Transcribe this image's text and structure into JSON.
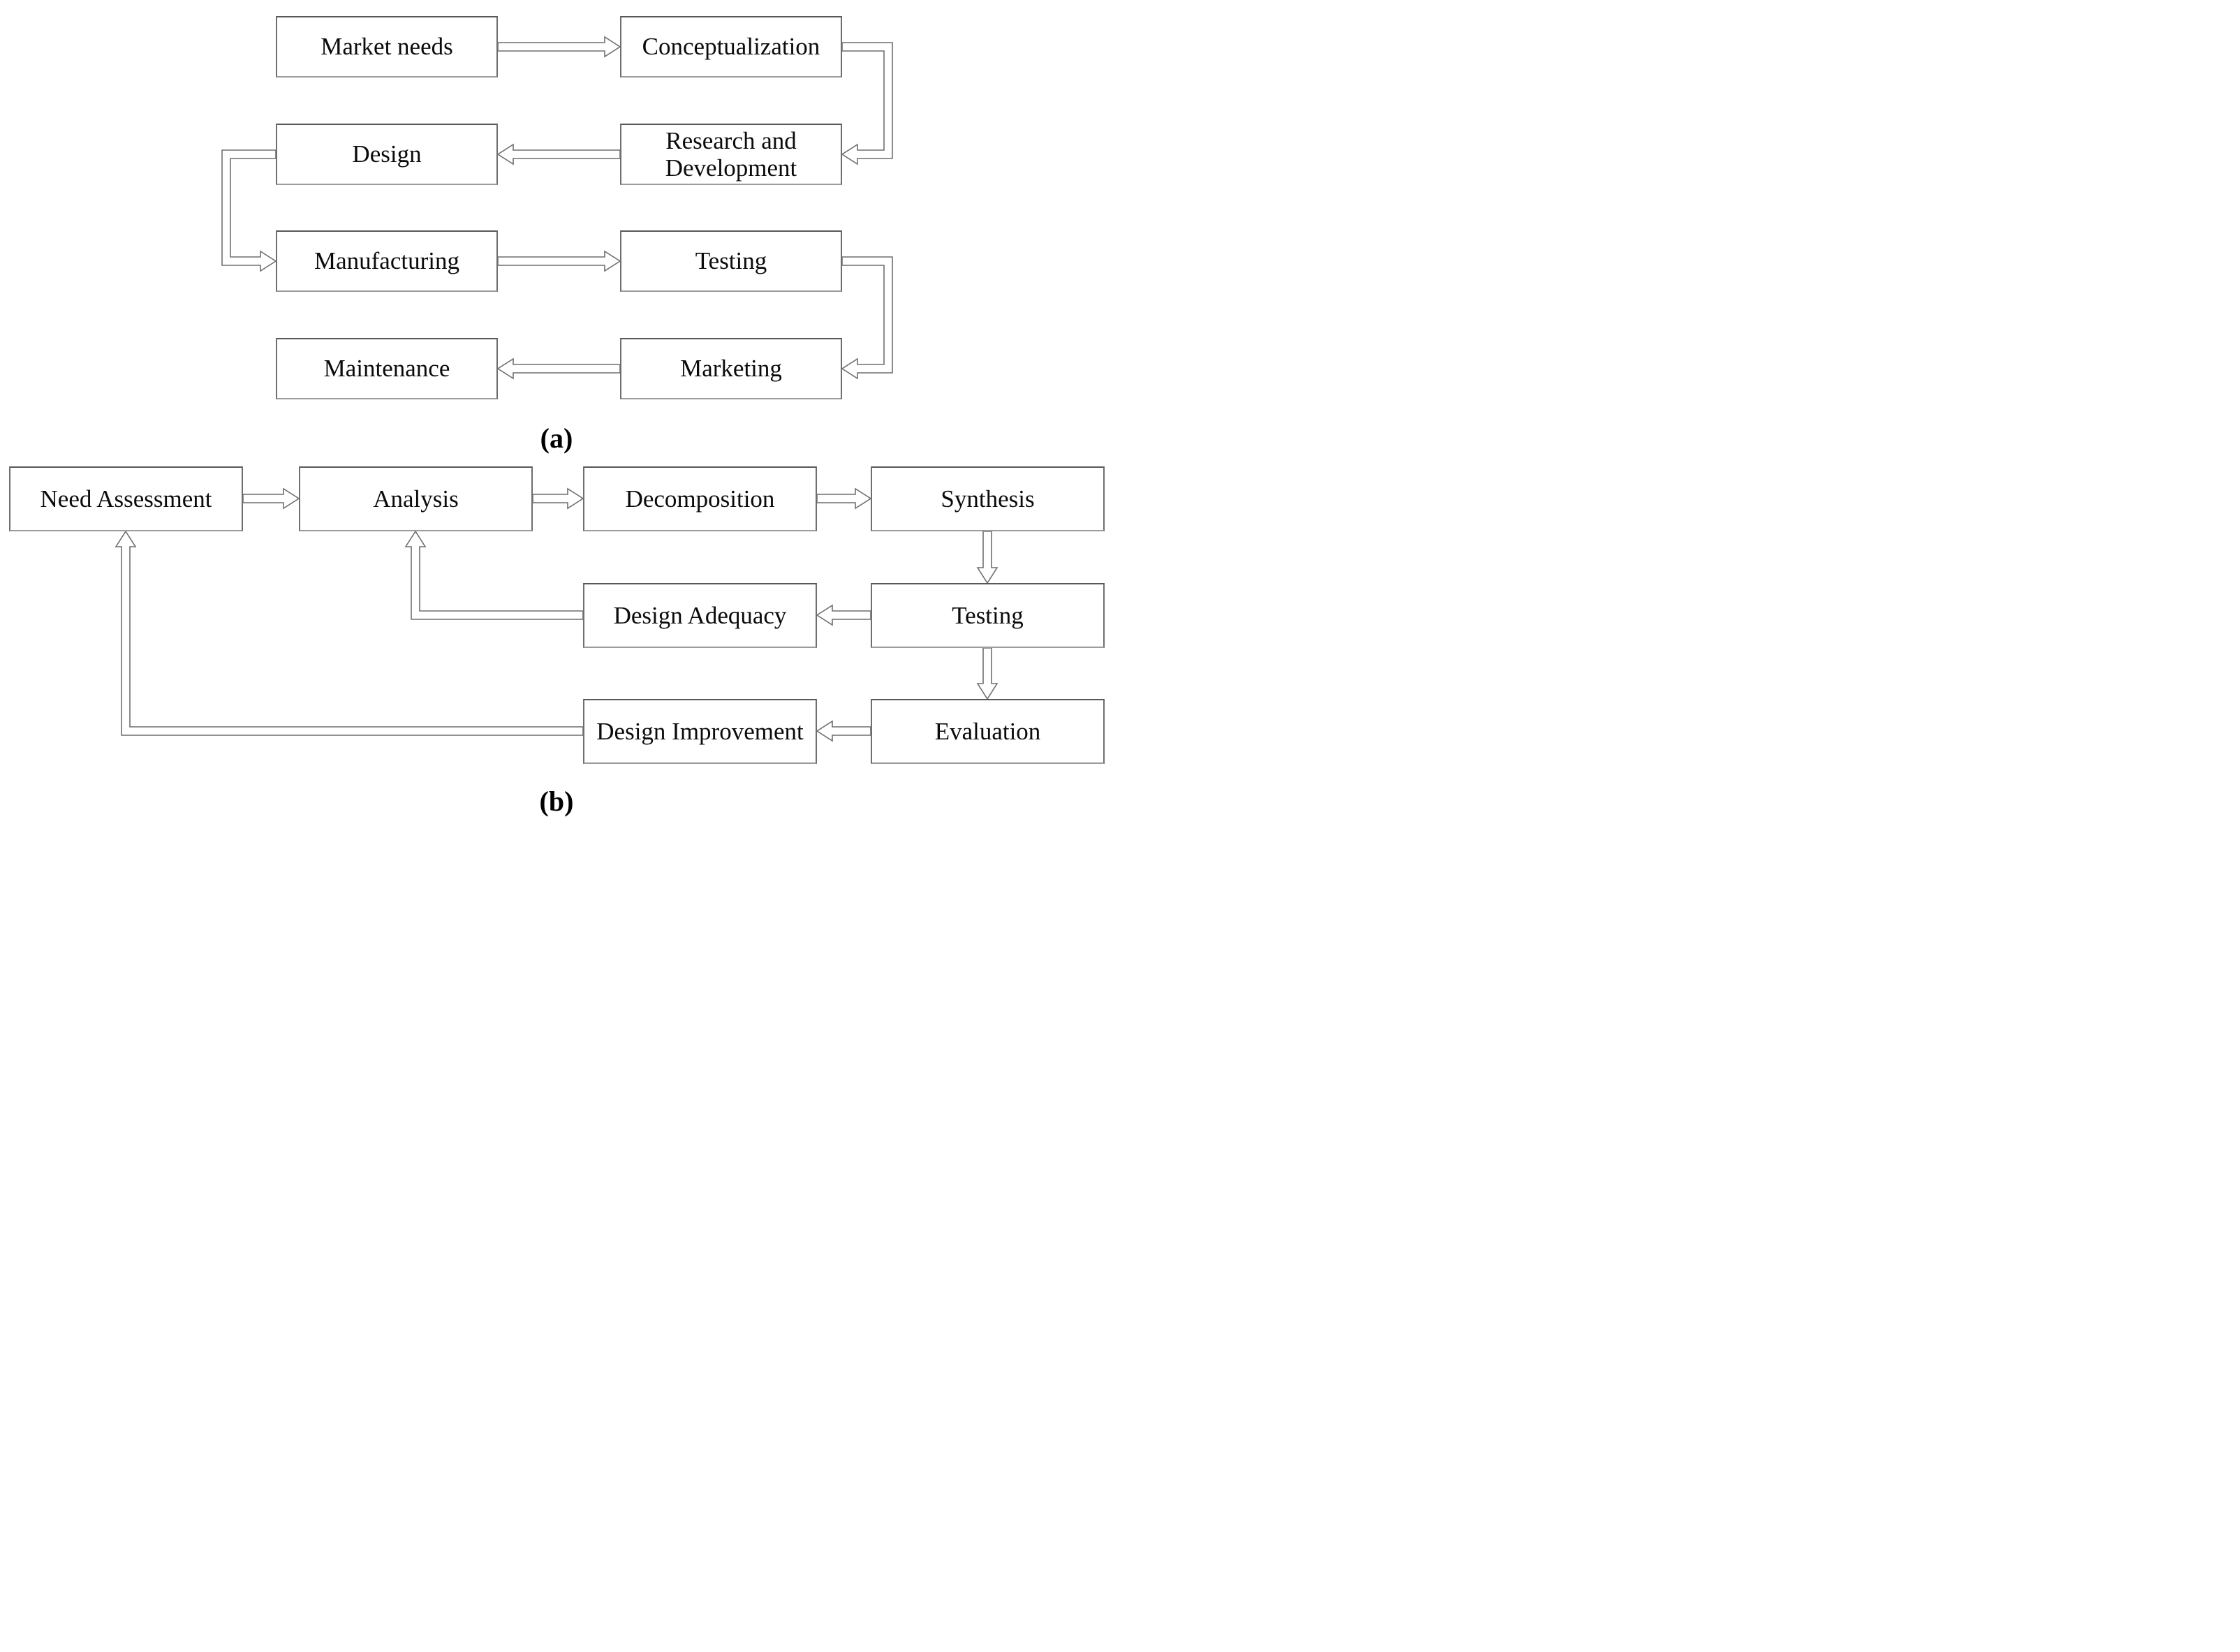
{
  "figure": {
    "type": "flow-diagram",
    "style": {
      "background": "#ffffff",
      "box_border": "#6e6e6e",
      "connector_line": "#6f6f6f",
      "text_color": "#0b0b0b"
    },
    "panels": [
      {
        "caption": "(a)",
        "nodes": [
          {
            "id": "market-needs",
            "label": "Market needs"
          },
          {
            "id": "conceptualization",
            "label": "Conceptualization"
          },
          {
            "id": "design",
            "label": "Design"
          },
          {
            "id": "research-and-development",
            "label": "Research and Development"
          },
          {
            "id": "manufacturing",
            "label": "Manufacturing"
          },
          {
            "id": "testing",
            "label": "Testing"
          },
          {
            "id": "maintenance",
            "label": "Maintenance"
          },
          {
            "id": "marketing",
            "label": "Marketing"
          }
        ],
        "edges": [
          {
            "from": "market-needs",
            "to": "conceptualization"
          },
          {
            "from": "conceptualization",
            "to": "research-and-development"
          },
          {
            "from": "research-and-development",
            "to": "design"
          },
          {
            "from": "design",
            "to": "manufacturing"
          },
          {
            "from": "manufacturing",
            "to": "testing"
          },
          {
            "from": "testing",
            "to": "marketing"
          },
          {
            "from": "marketing",
            "to": "maintenance"
          }
        ]
      },
      {
        "caption": "(b)",
        "nodes": [
          {
            "id": "need-assessment",
            "label": "Need Assessment"
          },
          {
            "id": "analysis",
            "label": "Analysis"
          },
          {
            "id": "decomposition",
            "label": "Decomposition"
          },
          {
            "id": "synthesis",
            "label": "Synthesis"
          },
          {
            "id": "design-adequacy",
            "label": "Design Adequacy"
          },
          {
            "id": "testing",
            "label": "Testing"
          },
          {
            "id": "design-improvement",
            "label": "Design Improvement"
          },
          {
            "id": "evaluation",
            "label": "Evaluation"
          }
        ],
        "edges": [
          {
            "from": "need-assessment",
            "to": "analysis"
          },
          {
            "from": "analysis",
            "to": "decomposition"
          },
          {
            "from": "decomposition",
            "to": "synthesis"
          },
          {
            "from": "synthesis",
            "to": "testing"
          },
          {
            "from": "testing",
            "to": "design-adequacy"
          },
          {
            "from": "design-adequacy",
            "to": "analysis"
          },
          {
            "from": "testing",
            "to": "evaluation"
          },
          {
            "from": "evaluation",
            "to": "design-improvement"
          },
          {
            "from": "design-improvement",
            "to": "need-assessment"
          }
        ]
      }
    ]
  }
}
